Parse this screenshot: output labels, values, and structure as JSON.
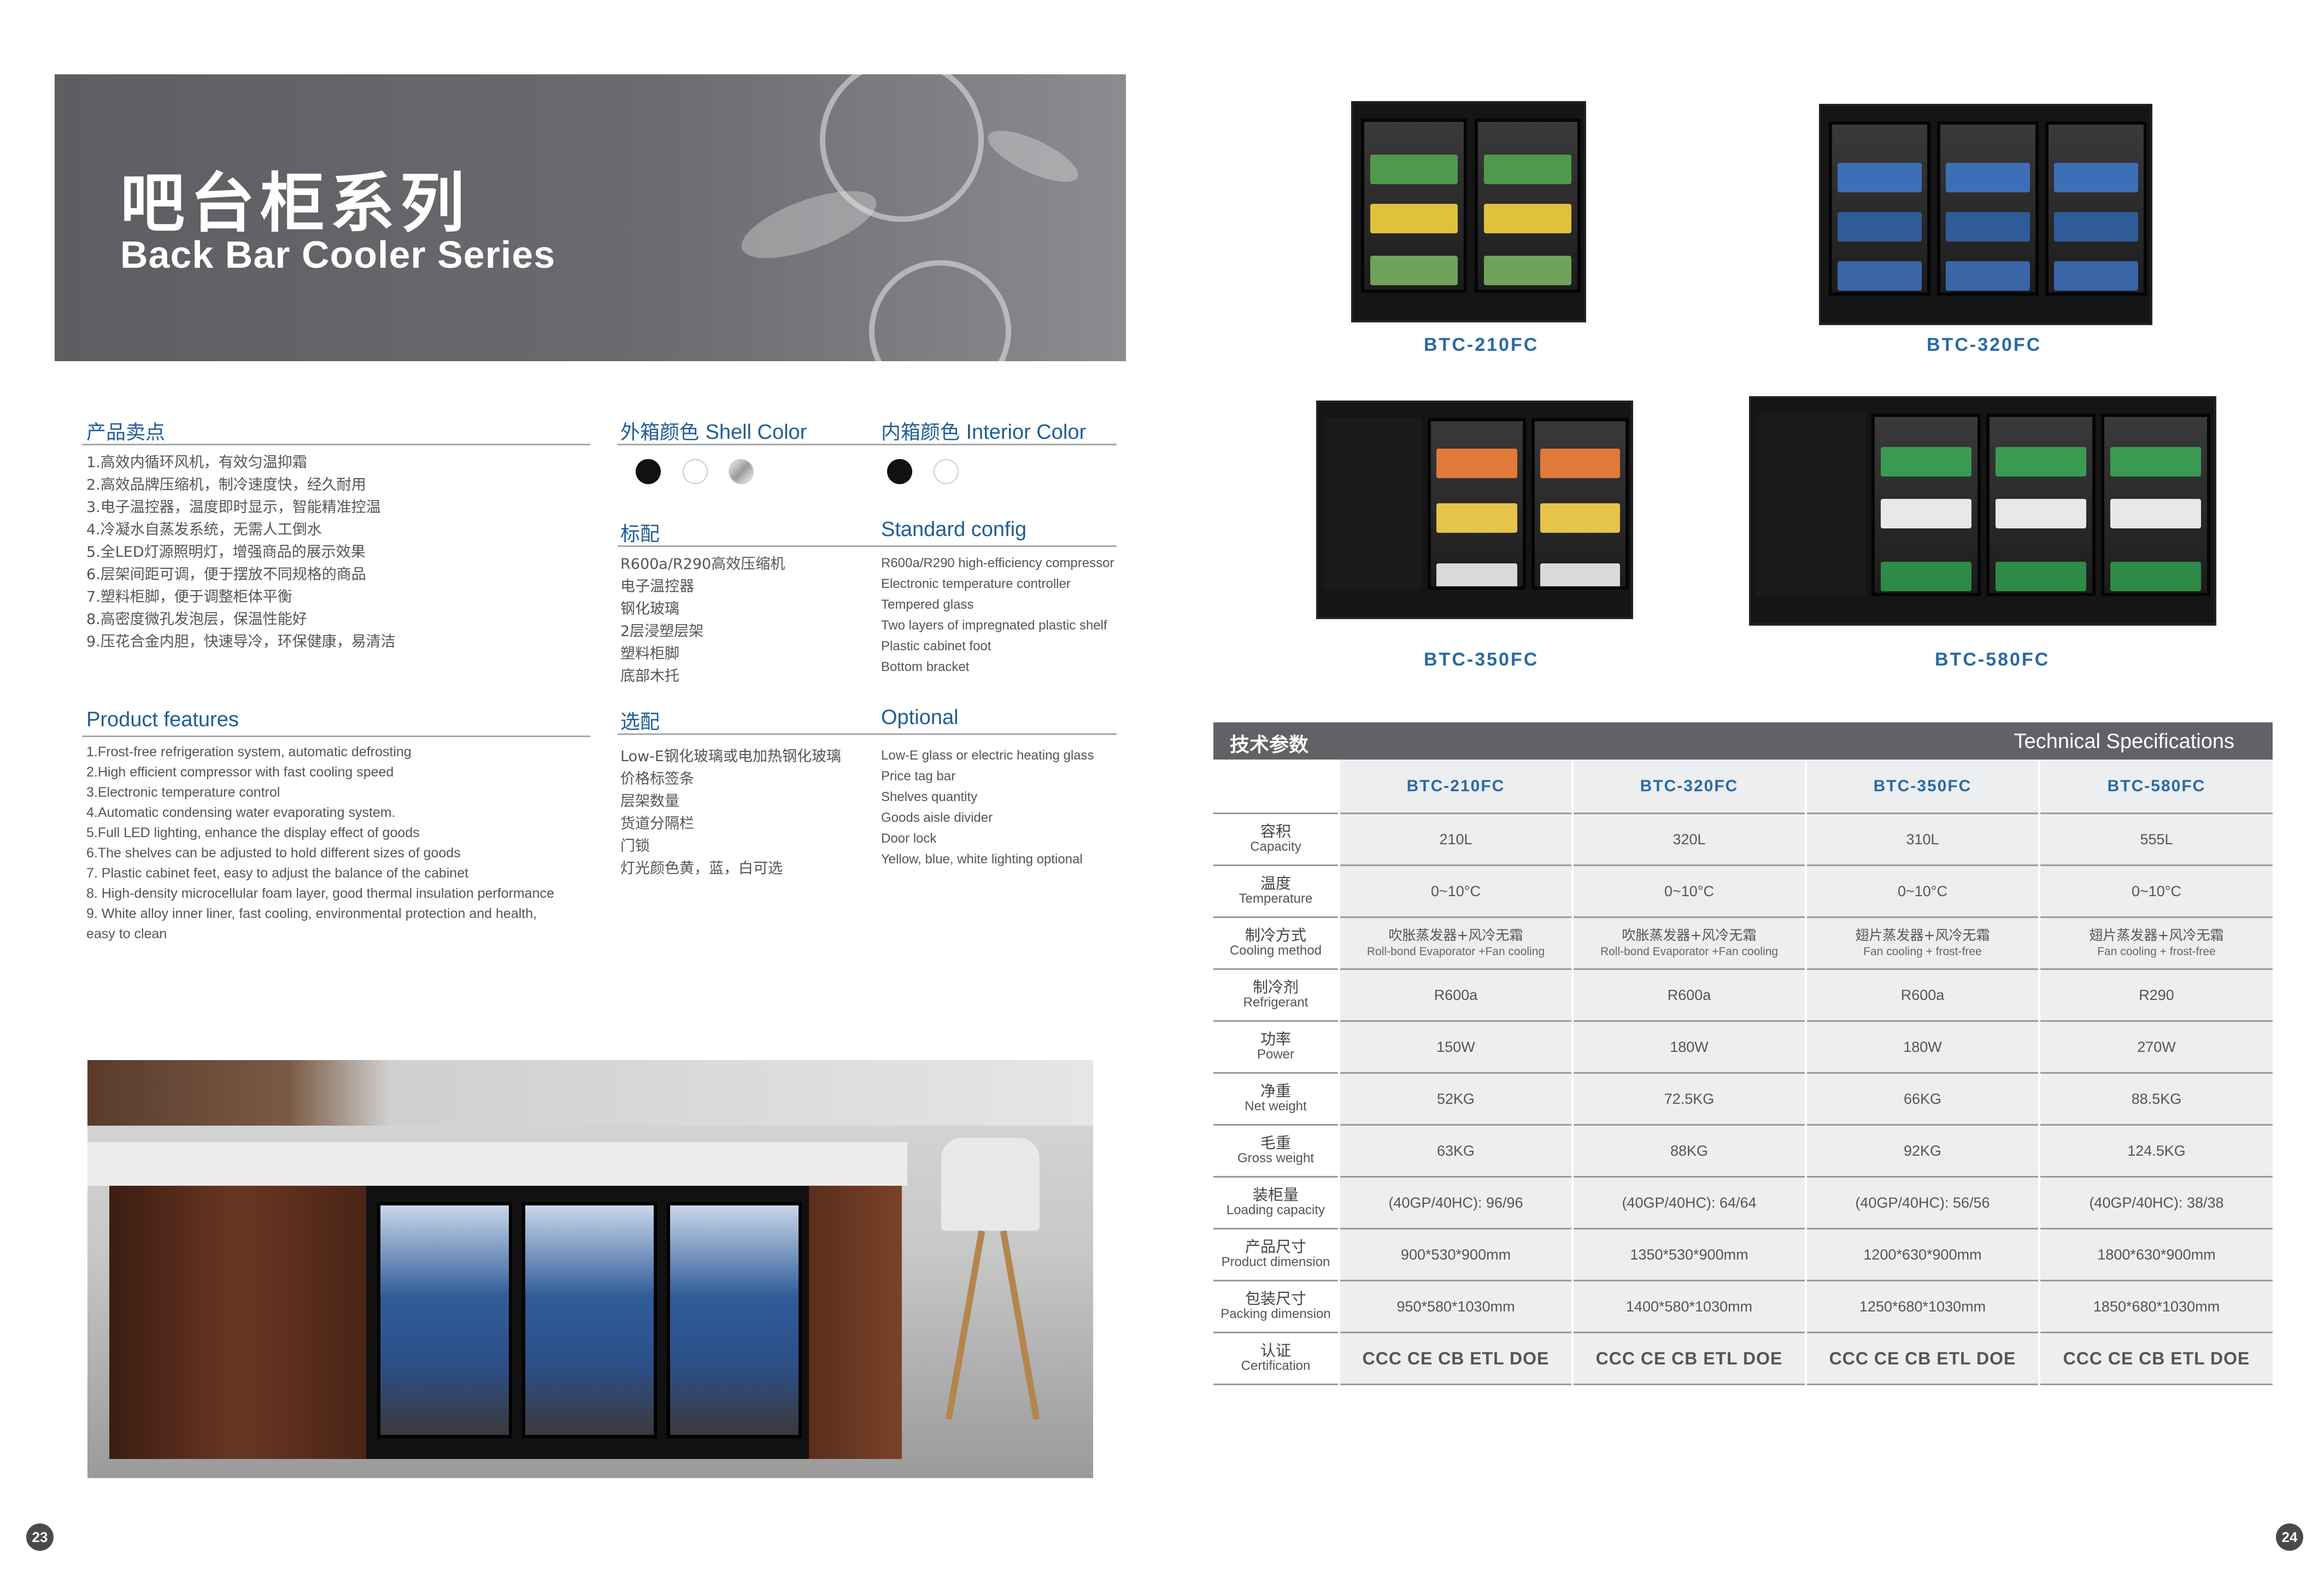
{
  "banner": {
    "title_cn": "吧台柜系列",
    "title_en": "Back Bar Cooler Series"
  },
  "selling_points": {
    "title": "产品卖点",
    "items": [
      "1.高效内循环风机，有效匀温抑霜",
      "2.高效品牌压缩机，制冷速度快，经久耐用",
      "3.电子温控器，温度即时显示，智能精准控温",
      "4.冷凝水自蒸发系统，无需人工倒水",
      "5.全LED灯源照明灯，增强商品的展示效果",
      "6.层架间距可调，便于摆放不同规格的商品",
      "7.塑料柜脚，便于调整柜体平衡",
      "8.高密度微孔发泡层，保温性能好",
      "9.压花合金内胆，快速导冷，环保健康，易清洁"
    ]
  },
  "product_features": {
    "title": "Product features",
    "items": [
      "1.Frost-free refrigeration system, automatic defrosting",
      "2.High efficient compressor with fast cooling speed",
      "3.Electronic temperature control",
      "4.Automatic condensing water evaporating system.",
      "5.Full LED lighting, enhance the display effect of goods",
      "6.The shelves can be adjusted to hold different sizes of goods",
      "7. Plastic cabinet feet, easy to adjust the balance of the cabinet",
      "8. High-density microcellular foam layer, good thermal insulation performance",
      "9. White alloy inner liner, fast cooling, environmental protection and health,",
      "easy to clean"
    ]
  },
  "shell_color": {
    "title_cn": "外箱颜色",
    "title_en": "Shell Color",
    "swatches": [
      "#111111",
      "#ffffff",
      "#c9c9c9"
    ]
  },
  "interior_color": {
    "title_cn": "内箱颜色",
    "title_en": "Interior Color",
    "swatches": [
      "#111111",
      "#ffffff"
    ]
  },
  "standard_config": {
    "title_cn": "标配",
    "title_en": "Standard config",
    "items_cn": [
      "R600a/R290高效压缩机",
      "电子温控器",
      "钢化玻璃",
      "2层浸塑层架",
      "塑料柜脚",
      "底部木托"
    ],
    "items_en": [
      "R600a/R290 high-efficiency compressor",
      "Electronic temperature controller",
      "Tempered glass",
      "Two layers of impregnated plastic shelf",
      "Plastic cabinet foot",
      "Bottom bracket"
    ]
  },
  "optional": {
    "title_cn": "选配",
    "title_en": "Optional",
    "items_cn": [
      "Low-E钢化玻璃或电加热钢化玻璃",
      "价格标签条",
      "层架数量",
      "货道分隔栏",
      "门锁",
      "灯光颜色黄，蓝，白可选"
    ],
    "items_en": [
      "Low-E glass or electric heating glass",
      "Price tag bar",
      "Shelves quantity",
      "Goods aisle divider",
      "Door lock",
      "Yellow, blue, white lighting optional"
    ]
  },
  "products": [
    {
      "model": "BTC-210FC"
    },
    {
      "model": "BTC-320FC"
    },
    {
      "model": "BTC-350FC"
    },
    {
      "model": "BTC-580FC"
    }
  ],
  "spec": {
    "title_cn": "技术参数",
    "title_en": "Technical Specifications",
    "models": [
      "BTC-210FC",
      "BTC-320FC",
      "BTC-350FC",
      "BTC-580FC"
    ],
    "rows": [
      {
        "cn": "容积",
        "en": "Capacity",
        "values": [
          "210L",
          "320L",
          "310L",
          "555L"
        ]
      },
      {
        "cn": "温度",
        "en": "Temperature",
        "values": [
          "0~10°C",
          "0~10°C",
          "0~10°C",
          "0~10°C"
        ]
      },
      {
        "cn": "制冷方式",
        "en": "Cooling method",
        "values_cn": [
          "吹胀蒸发器+风冷无霜",
          "吹胀蒸发器+风冷无霜",
          "翅片蒸发器+风冷无霜",
          "翅片蒸发器+风冷无霜"
        ],
        "values": [
          "Roll-bond Evaporator +Fan cooling",
          "Roll-bond Evaporator +Fan cooling",
          "Fan cooling + frost-free",
          "Fan cooling + frost-free"
        ]
      },
      {
        "cn": "制冷剂",
        "en": "Refrigerant",
        "values": [
          "R600a",
          "R600a",
          "R600a",
          "R290"
        ]
      },
      {
        "cn": "功率",
        "en": "Power",
        "values": [
          "150W",
          "180W",
          "180W",
          "270W"
        ]
      },
      {
        "cn": "净重",
        "en": "Net weight",
        "values": [
          "52KG",
          "72.5KG",
          "66KG",
          "88.5KG"
        ]
      },
      {
        "cn": "毛重",
        "en": "Gross weight",
        "values": [
          "63KG",
          "88KG",
          "92KG",
          "124.5KG"
        ]
      },
      {
        "cn": "装柜量",
        "en": "Loading capacity",
        "values": [
          "(40GP/40HC): 96/96",
          "(40GP/40HC): 64/64",
          "(40GP/40HC): 56/56",
          "(40GP/40HC): 38/38"
        ]
      },
      {
        "cn": "产品尺寸",
        "en": "Product dimension",
        "values": [
          "900*530*900mm",
          "1350*530*900mm",
          "1200*630*900mm",
          "1800*630*900mm"
        ]
      },
      {
        "cn": "包装尺寸",
        "en": "Packing dimension",
        "values": [
          "950*580*1030mm",
          "1400*580*1030mm",
          "1250*680*1030mm",
          "1850*680*1030mm"
        ]
      },
      {
        "cn": "认证",
        "en": "Certification",
        "values": [
          "CCC CE CB ETL DOE",
          "CCC CE CB ETL DOE",
          "CCC CE CB ETL DOE",
          "CCC CE CB ETL DOE"
        ]
      }
    ]
  },
  "page_numbers": {
    "left": "23",
    "right": "24"
  }
}
